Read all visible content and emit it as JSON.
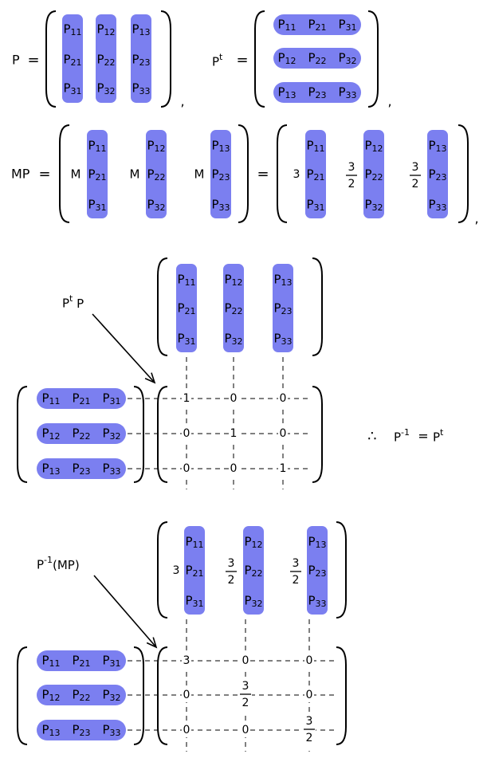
{
  "colors": {
    "highlight": "#7b7ff0",
    "ink": "#000000",
    "background": "#ffffff"
  },
  "symbols": {
    "P": "P",
    "M": "M",
    "equals": "=",
    "comma": ",",
    "therefore": "∴",
    "t": "t",
    "inv": "-1",
    "three": "3",
    "frac_num": "3",
    "frac_den": "2",
    "one": "1",
    "zero": "0",
    "open_paren": "(",
    "close_paren": ")",
    "MP": "MP"
  },
  "entries": {
    "r1": [
      "11",
      "21",
      "31"
    ],
    "r2": [
      "12",
      "22",
      "32"
    ],
    "r3": [
      "13",
      "23",
      "33"
    ]
  },
  "eq1": {
    "lhs": "P",
    "rhs": "Pᵗ"
  },
  "eq2": {
    "lhs": "MP",
    "coef": "M"
  },
  "section2": {
    "label": "Pᵗ P",
    "identity": [
      [
        "1",
        "0",
        "0"
      ],
      [
        "0",
        "1",
        "0"
      ],
      [
        "0",
        "0",
        "1"
      ]
    ],
    "conclusion_lhs": "P⁻¹",
    "conclusion_rhs": "Pᵗ"
  },
  "section3": {
    "label": "P⁻¹(MP)",
    "diag": [
      "3",
      "3/2",
      "3/2"
    ]
  }
}
